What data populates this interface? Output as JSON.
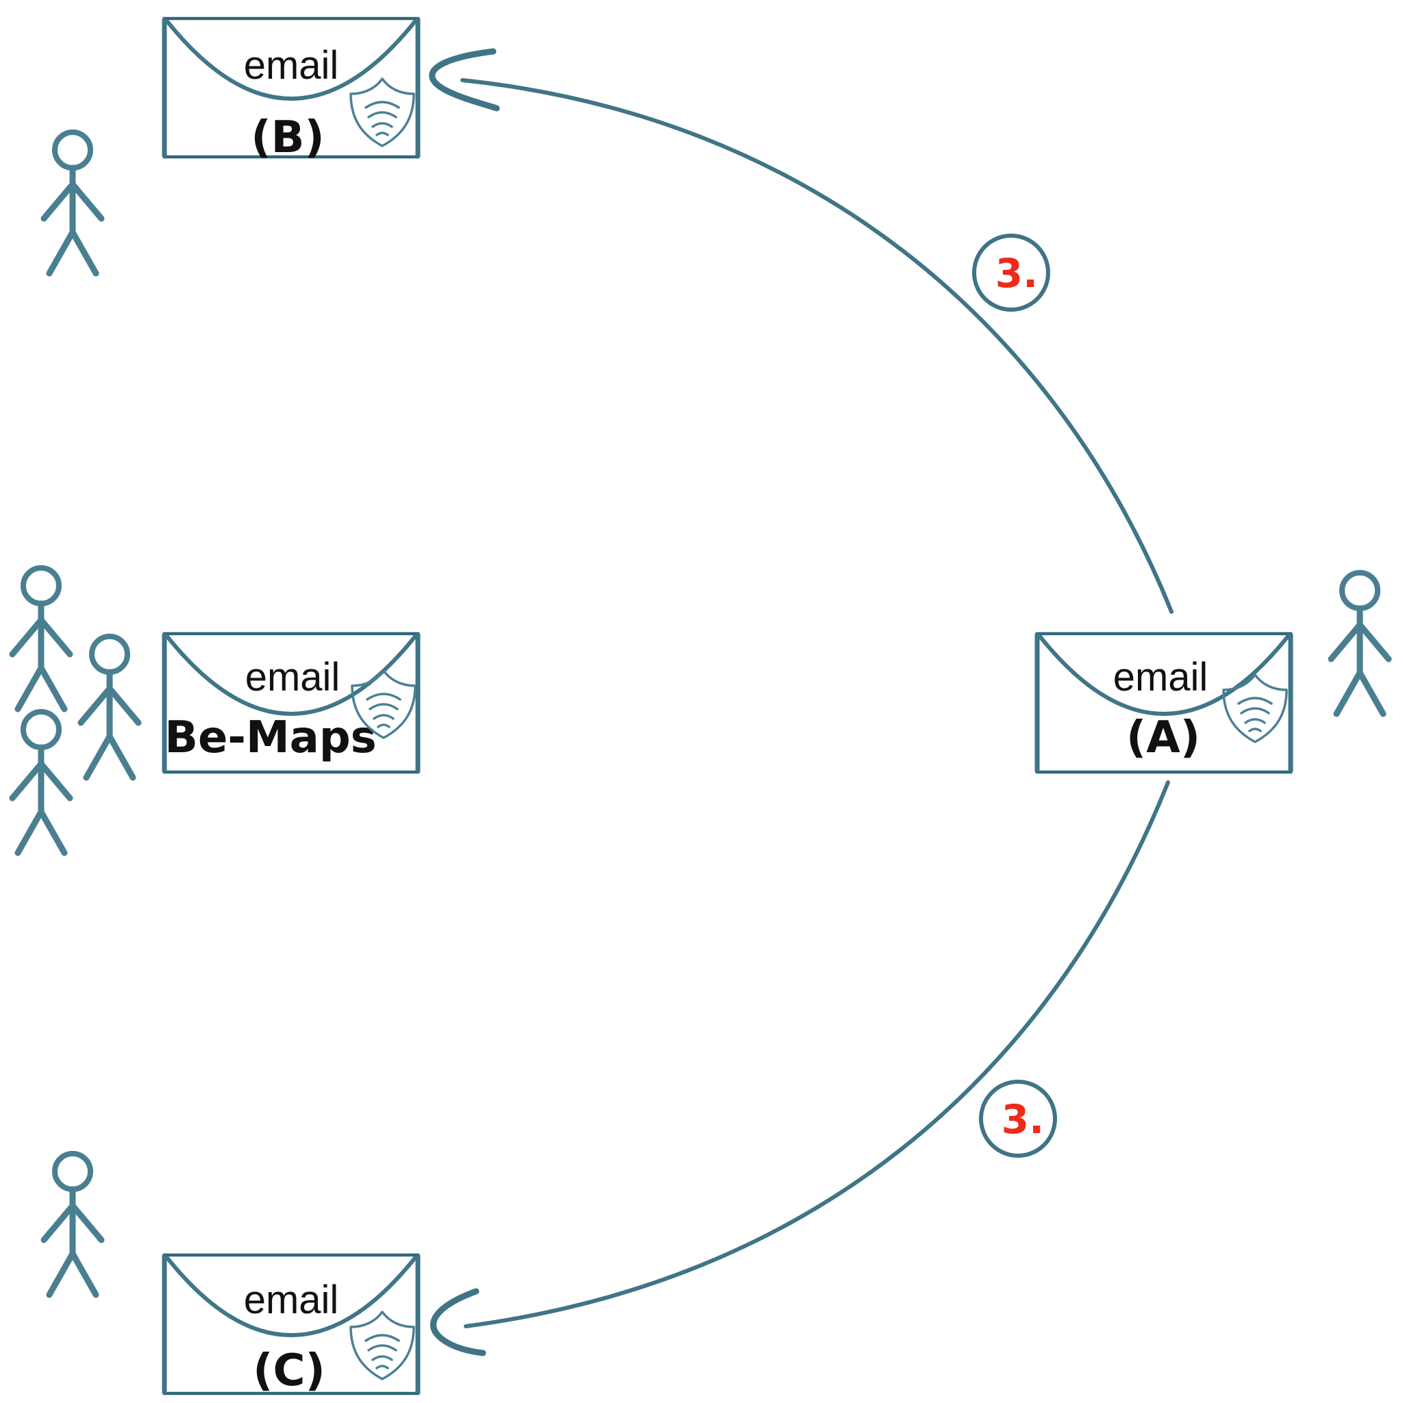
{
  "envelopes": [
    {
      "id": "B",
      "word": "email",
      "label": "(B)"
    },
    {
      "id": "center",
      "word": "email",
      "label": "Be-Maps"
    },
    {
      "id": "A",
      "word": "email",
      "label": "(A)"
    },
    {
      "id": "C",
      "word": "email",
      "label": "(C)"
    }
  ],
  "badges": [
    {
      "id": "top",
      "text": "3."
    },
    {
      "id": "bottom",
      "text": "3."
    }
  ],
  "icons": {
    "envelope": "envelope-icon",
    "shield": "shield-icon",
    "person": "person-icon",
    "arrow": "arrow-icon"
  },
  "colors": {
    "stroke": "#3f7587",
    "badge_text": "#ee2b1a",
    "text": "#111111"
  }
}
